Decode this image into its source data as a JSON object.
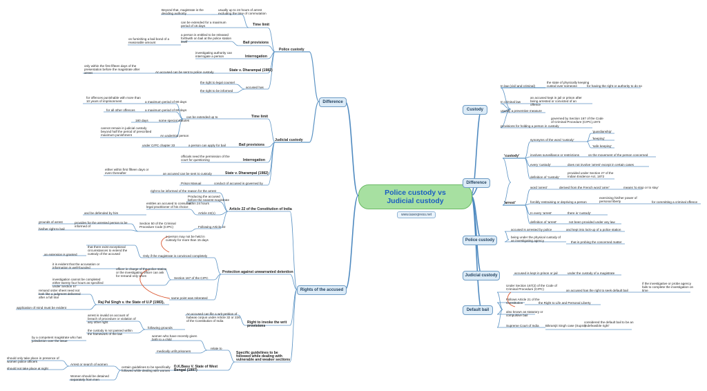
{
  "center": {
    "title_line1": "Police custody vs",
    "title_line2": "Judicial custody",
    "link": "www.iasexpress.net"
  },
  "left": {
    "difference": "Difference",
    "police_custody": {
      "label": "Police custody",
      "time_limit": "Time limit",
      "time_limit_usually": "usually up to 24 hours of arrest excluding the time of commutation",
      "time_limit_beyond": "Beyond that, magistrate is the deciding authority",
      "time_limit_extended": "can be extended for a maximum period of 15 days",
      "bail": "Bail provisions",
      "bail_entitled": "a person is entitled to be released forthwith on bail at the police station itself",
      "bail_bond": "on furnishing a bail bond of a reasonable amount",
      "interrogation": "Interrogation",
      "interrogation_text": "investigating authority can interrogate a person",
      "dharampal": "State v. Dharampal (1982)",
      "dharampal_text": "An accused can be sent to police custody",
      "dharampal_detail": "only within the first fifteen days of the presentation before the magistrate after arrest",
      "accused_has": "accused has",
      "legal_counsel": "the right to legal counsel",
      "informed": "the right to be informed"
    },
    "judicial_custody": {
      "label": "Judicial custody",
      "time_limit": "Time limit",
      "extended": "can be extended up to",
      "max90": "a maximum period of 90 days",
      "max90_detail": "for offences punishable with more than 10 years of imprisonment",
      "max60": "a maximum period of 60 days",
      "max60_detail": "for all other offences",
      "special": "some special statutes",
      "special_detail": "180 days",
      "undertrial": "An undertrial person",
      "undertrial_detail": "cannot remain in judicial custody beyond half the period of prescribed maximum punishment",
      "bail": "Bail provisions",
      "bail_text": "a person can apply for bail",
      "bail_detail": "under CrPC chapter 33",
      "interrogation": "Interrogation",
      "interrogation_text": "officials need the permission of the court for questioning",
      "dharampal": "State v. Dharampal (1982)",
      "dharampal_text": "an accused can be sent to custody",
      "dharampal_detail": "either within first fifteen days or even thereafter",
      "governed": "conduct of accused is governed by",
      "prison_manual": "Prison Manual"
    },
    "rights": {
      "label": "Rights of the accused",
      "art22": "Article 22 of the Constitution of India",
      "informed_reason": "right to be informed of the reason for the arrest",
      "producing": "Producing the accused before the nearest magistrate within 24 hours",
      "art22_1": "Article 22(1)",
      "entitles": "entitles an accused to consult a legal practitioner of his choice",
      "defended": "and be defended by him",
      "section50": "Section 50 of the Criminal Procedure Code (CrPC)",
      "following": "Following Article 22",
      "provides": "provides for the arrested person to be informed of",
      "grounds": "grounds of arrest",
      "right_bail": "his/her right to bail",
      "protection": "Protection against unwarranted detention",
      "only_if": "Only if the magistrate is convinced completely",
      "not_held": "a person may not be held in custody for more than 15 days",
      "exceptional": "that there exist exceptional circumstances to extend the custody of the accused",
      "extension": "an extension is granted",
      "section167": "Section 167 of the CrPC",
      "officer": "officer in charge of the police station or the investigating officer can ask for remand only when",
      "evident": "it is evident that the accusation or information is well-founded",
      "not_completed": "investigation cannot be completed either twenty four hours as specified under Section 57",
      "same_point": "same point was reiterated",
      "raj_pal": "Raj Pal Singh v. the State of U.P (1983),",
      "remand_order": "remand order sheet need not look like a judgment delivered after a full trial",
      "application": "application of mind must be evident",
      "writ": "Right to invoke the writ provisions",
      "writ_detail": "An accused can file a writ petition of habeas corpus under Article 32 or 226 of the Constitution of India",
      "grounds_following": "following grounds",
      "arrest_invalid": "arrest is invalid on account of breach of procedure or violation of any other right",
      "not_produced": "the custody is not passed within the framework of the law",
      "magistrate": "by a competent magistrate who has jurisdiction over the issue",
      "safeguards": "Specific guidelines to be followed while dealing with vulnerable and weaker sections",
      "relate_to": "relate to",
      "women_birth": "women who have recently given birth to a child",
      "medical": "medically unfit prisoners",
      "dk_basu": "D.K.Basu V. State of West Bengal (1997)",
      "dk_detail": "certain guidelines to be specifically followed while dealing with women",
      "arrest_women": "Arrest or search of women",
      "female_police": "should only take place in presence of women police officers",
      "not_night": "should not take place at night",
      "detained": "Women should be detained separately from men"
    }
  },
  "right": {
    "custody": {
      "label": "Custody",
      "in_law": "In law (civil and criminal)",
      "state_kept": "the state of physically keeping custod over someone",
      "having_right": "for having the right or authority to do so",
      "criminal": "In criminal law",
      "accused_kept": "an accused kept in jail or prison after being arrested or convicted of an offence",
      "preventive": "usually a preventive measure",
      "provisions": "provisions for holding a person in custody",
      "governed": "governed by Section 167 of the Code of Criminal Procedure (CrPC),1973"
    },
    "difference": {
      "label": "Difference",
      "custody_q": "'custody'",
      "synonyms": "synonyms of the word 'custody'",
      "guardianship": "'guardianship'",
      "keeping": "'keeping'",
      "safe_keeping": "'safe keeping'",
      "involves": "involves surveillance or restrictions",
      "movement": "on the movement of the person concerned",
      "every_custody": "every 'custody'",
      "not_arrest": "does not involve 'arrest' except in certain cases",
      "definition_custody": "definition of 'custody'",
      "evidence_act": "provided under Section 27 of the Indian Evidence Act, 1872",
      "arrest_q": "'arrest'",
      "word_arrest": "word 'arrest'",
      "french": "derived from the French word 'arrer'",
      "means": "means 'to stop or to stay'",
      "forcibly": "forcibly restraining or depriving a person",
      "power": "exercising his/her power of personal liberty",
      "offence": "for committing a criminal offence",
      "every_arrest": "In every 'arrest'",
      "there_is": "there is 'custody'",
      "definition_arrest": "definition of 'arrest'",
      "not_provided": "not been provided under any law"
    },
    "police_custody": {
      "label": "Police custody",
      "arrested": "accused is arrested by police",
      "lockup": "and kept into lock-up of a police station",
      "physical": "being under the physical custody of an investigating agency",
      "matter": "that is probing the concerned matter"
    },
    "judicial_custody": {
      "label": "Judicial custody",
      "kept": "accused is kept in prison or jail",
      "magistrate": "under the custody of a magistrate"
    },
    "default_bail": {
      "label": "Default bail",
      "section": "Under Section 167(2) of the Code of Criminal Procedure (CrPC)",
      "right_default": "an accused has the right to seek default bail",
      "if_fails": "if the investigative or probe agency fails to complete the investigation on time",
      "art21": "Follows Article 21 of the Constitution",
      "right_life": "the Right to Life and Personal Liberty",
      "statutory": "also known as statutory or compulsive bail",
      "supreme": "Supreme Court of India",
      "bikramjit": "Bikramjit Singh case (Supra)",
      "indefeasible": "considered the default bail to be an 'indefeasible right'"
    }
  }
}
